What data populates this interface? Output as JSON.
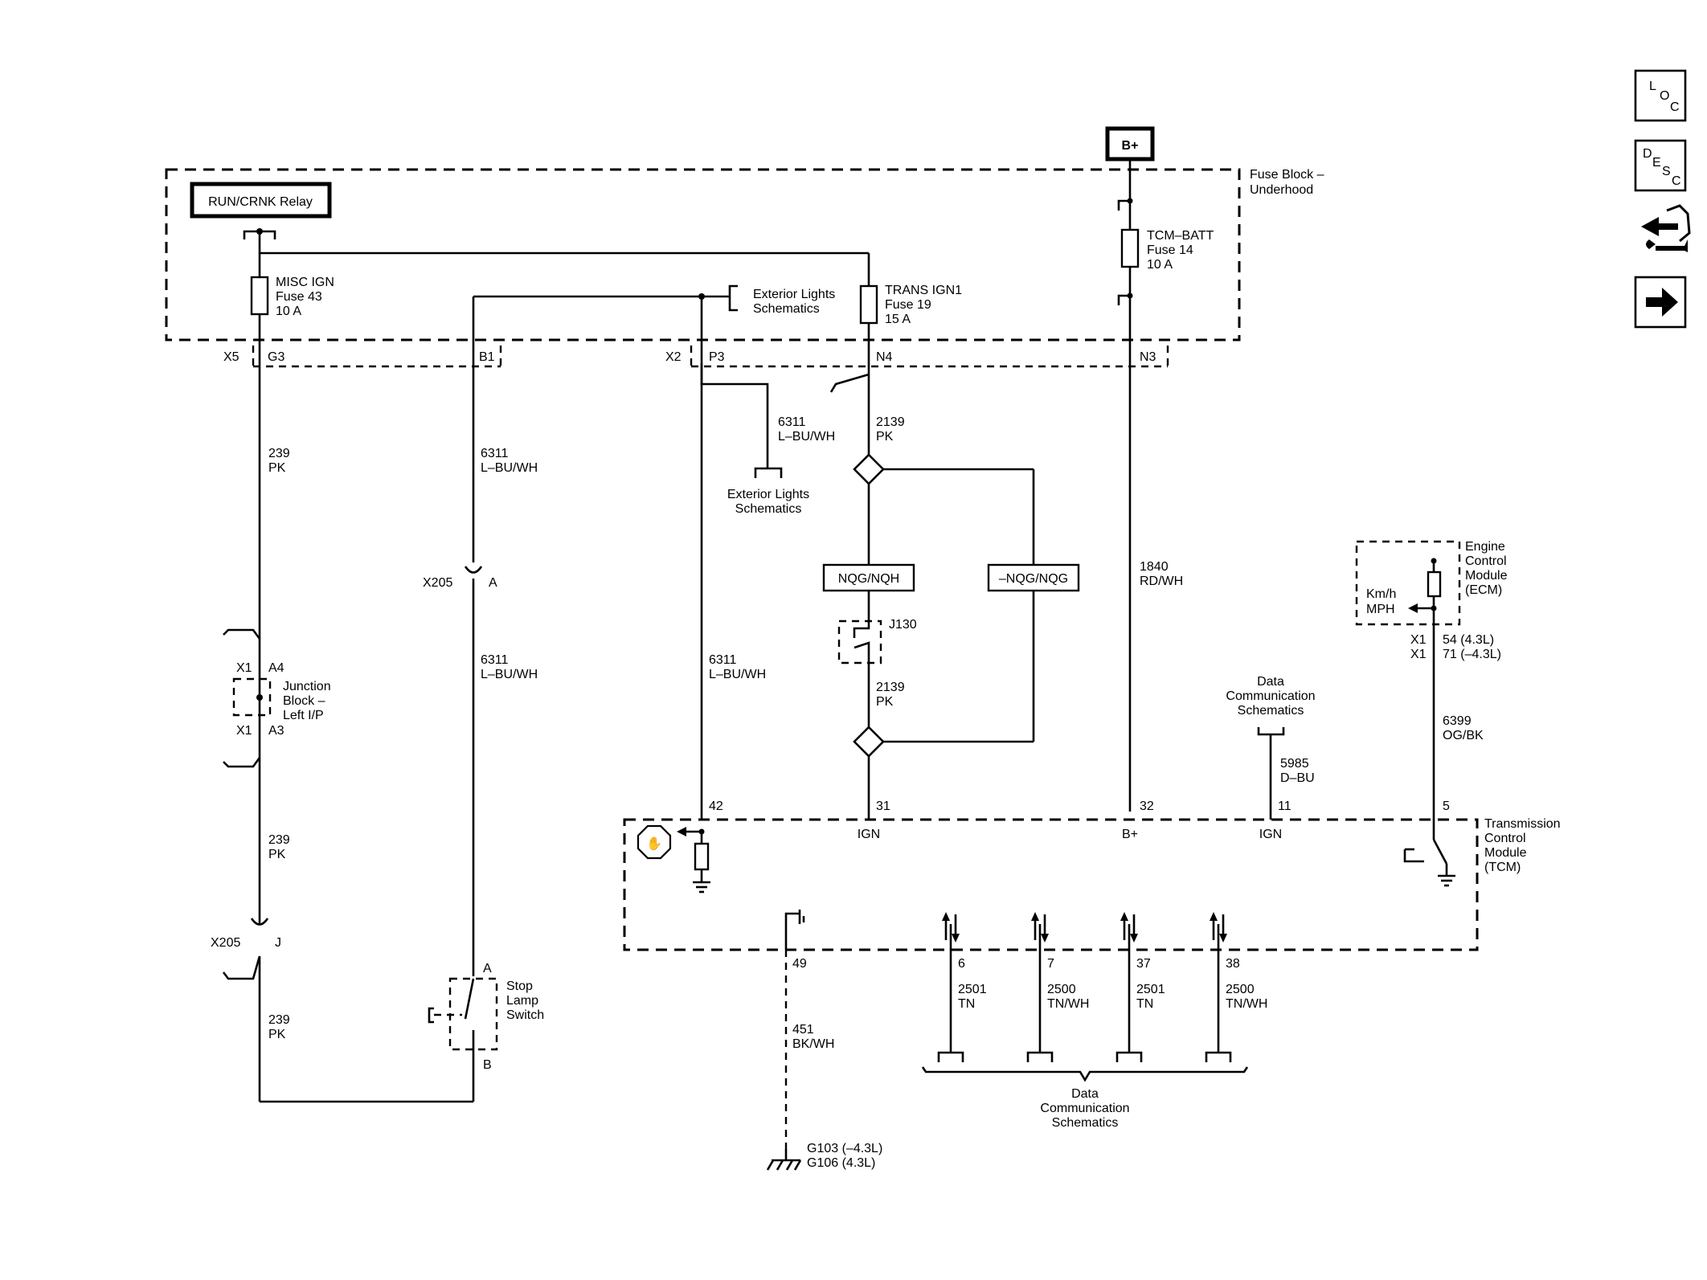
{
  "power": {
    "bplus": "B+"
  },
  "relay": {
    "label": "RUN/CRNK Relay"
  },
  "fuse_block": {
    "line1": "Fuse Block –",
    "line2": "Underhood"
  },
  "fuses": {
    "misc": {
      "l1": "MISC IGN",
      "l2": "Fuse 43",
      "l3": "10 A"
    },
    "trans": {
      "l1": "TRANS IGN1",
      "l2": "Fuse 19",
      "l3": "15 A"
    },
    "tcm": {
      "l1": "TCM–BATT",
      "l2": "Fuse 14",
      "l3": "10 A"
    }
  },
  "ext_lights_top": {
    "l1": "Exterior Lights",
    "l2": "Schematics"
  },
  "ext_lights_mid": {
    "l1": "Exterior Lights",
    "l2": "Schematics"
  },
  "connector_labels": {
    "x5": "X5",
    "g3": "G3",
    "b1": "B1",
    "x2": "X2",
    "p3": "P3",
    "n4": "N4",
    "n3": "N3",
    "x205_a": "X205",
    "x205_a_pin": "A",
    "x205_j": "X205",
    "x205_j_pin": "J",
    "x1_a4": "X1",
    "a4": "A4",
    "x1_a3": "X1",
    "a3": "A3",
    "stop_a": "A",
    "stop_b": "B",
    "j130": "J130"
  },
  "junction_block": {
    "l1": "Junction",
    "l2": "Block –",
    "l3": "Left I/P"
  },
  "stop_lamp": {
    "l1": "Stop",
    "l2": "Lamp",
    "l3": "Switch"
  },
  "wires": {
    "w239_1": {
      "num": "239",
      "color": "PK"
    },
    "w239_2": {
      "num": "239",
      "color": "PK"
    },
    "w239_3": {
      "num": "239",
      "color": "PK"
    },
    "w6311_1": {
      "num": "6311",
      "color": "L–BU/WH"
    },
    "w6311_2": {
      "num": "6311",
      "color": "L–BU/WH"
    },
    "w6311_3": {
      "num": "6311",
      "color": "L–BU/WH"
    },
    "w6311_4": {
      "num": "6311",
      "color": "L–BU/WH"
    },
    "w2139_1": {
      "num": "2139",
      "color": "PK"
    },
    "w2139_2": {
      "num": "2139",
      "color": "PK"
    },
    "w1840": {
      "num": "1840",
      "color": "RD/WH"
    },
    "w5985": {
      "num": "5985",
      "color": "D–BU"
    },
    "w6399": {
      "num": "6399",
      "color": "OG/BK"
    },
    "w451": {
      "num": "451",
      "color": "BK/WH"
    },
    "w2501_a": {
      "num": "2501",
      "color": "TN"
    },
    "w2500_a": {
      "num": "2500",
      "color": "TN/WH"
    },
    "w2501_b": {
      "num": "2501",
      "color": "TN"
    },
    "w2500_b": {
      "num": "2500",
      "color": "TN/WH"
    }
  },
  "options": {
    "nqg_nqh": "NQG/NQH",
    "not_nqg": "–NQG/NQG"
  },
  "ecm": {
    "l1": "Engine",
    "l2": "Control",
    "l3": "Module",
    "l4": "(ECM)",
    "kmh": "Km/h",
    "mph": "MPH",
    "x1a": "X1",
    "pin54": "54 (4.3L)",
    "x1b": "X1",
    "pin71": "71 (–4.3L)"
  },
  "data_comm_right": {
    "l1": "Data",
    "l2": "Communication",
    "l3": "Schematics"
  },
  "data_comm_bottom": {
    "l1": "Data",
    "l2": "Communication",
    "l3": "Schematics"
  },
  "tcm": {
    "l1": "Transmission",
    "l2": "Control",
    "l3": "Module",
    "l4": "(TCM)",
    "pin42": "42",
    "pin31": "31",
    "pin32": "32",
    "pin11": "11",
    "pin5": "5",
    "pin49": "49",
    "pin6": "6",
    "pin7": "7",
    "pin37": "37",
    "pin38": "38",
    "ign1": "IGN",
    "bplus": "B+",
    "ign2": "IGN"
  },
  "grounds": {
    "g103": "G103 (–4.3L)",
    "g106": "G106 (4.3L)"
  },
  "nav": {
    "loc": {
      "a": "L",
      "b": "O",
      "c": "C"
    },
    "desc": {
      "a": "D",
      "b": "E",
      "c": "S",
      "d": "C"
    }
  }
}
